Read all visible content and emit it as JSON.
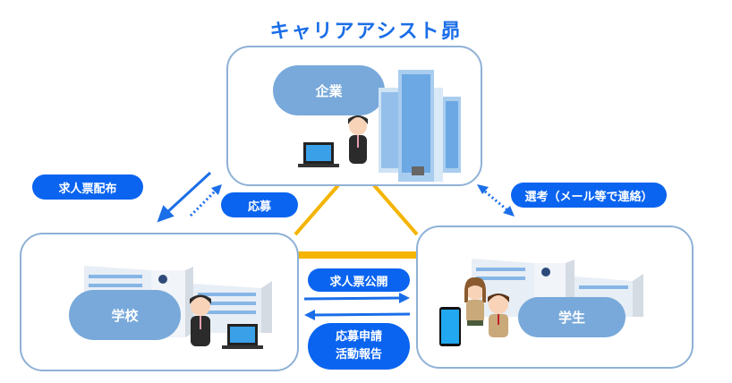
{
  "title": "キャリアアシスト昴",
  "nodes": {
    "company": {
      "label": "企業"
    },
    "school": {
      "label": "学校"
    },
    "student": {
      "label": "学生"
    }
  },
  "flows": {
    "job_distribution": "求人票配布",
    "application": "応募",
    "selection": "選考（メール等で連絡）",
    "job_publish": "求人票公開",
    "apply_request_line1": "応募申請",
    "apply_request_line2": "活動報告"
  },
  "colors": {
    "title": "#1a6ee8",
    "flow_pill": "#0a64f0",
    "node_pill": "#78a9da",
    "box_border": "#8fb1d6",
    "triangle": "#f4b400",
    "arrow": "#1a6ee8"
  }
}
